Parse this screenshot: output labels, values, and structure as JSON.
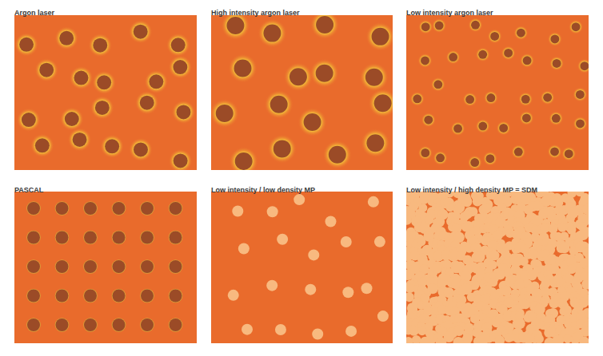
{
  "diagram": {
    "nodes": [
      {
        "text": [
          "Argon laser"
        ]
      },
      {
        "text": [
          "High intensity argon laser"
        ]
      },
      {
        "text": [
          "Low intensity argon laser"
        ]
      },
      {
        "text": [
          "PASCAL"
        ]
      },
      {
        "text": [
          "Low intensity / low density MP"
        ]
      },
      {
        "text": [
          "Low intensity / high density MP = SDM"
        ]
      }
    ]
  }
}
